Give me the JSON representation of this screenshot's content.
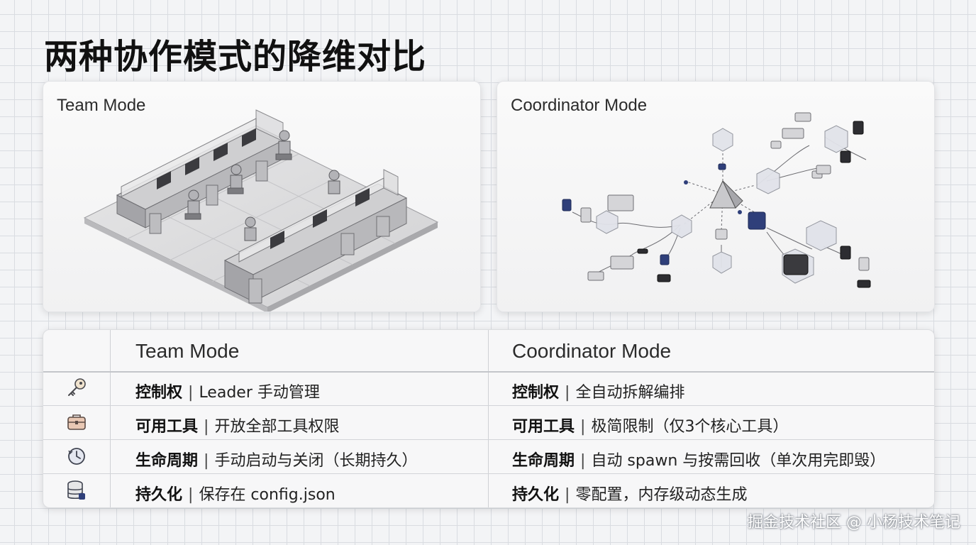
{
  "title": "两种协作模式的降维对比",
  "cards": {
    "team_label": "Team Mode",
    "coordinator_label": "Coordinator Mode"
  },
  "table": {
    "headers": [
      "Team Mode",
      "Coordinator Mode"
    ],
    "rows": [
      {
        "icon": "key-icon",
        "key": "控制权",
        "team": "Leader 手动管理",
        "coordinator": "全自动拆解编排"
      },
      {
        "icon": "toolbox-icon",
        "key": "可用工具",
        "team": "开放全部工具权限",
        "coordinator": "极简限制（仅3个核心工具）"
      },
      {
        "icon": "clock-icon",
        "key": "生命周期",
        "team": "手动启动与关闭（长期持久）",
        "coordinator": "自动 spawn 与按需回收（单次用完即毁）"
      },
      {
        "icon": "database-icon",
        "key": "持久化",
        "team": "保存在 config.json",
        "coordinator": "零配置，内存级动态生成"
      }
    ],
    "separator": "|"
  },
  "watermark": "掘金技术社区 @ 小杨技术笔记",
  "colors": {
    "accent_navy": "#2f3f7a",
    "grid": "#d9dce1"
  }
}
